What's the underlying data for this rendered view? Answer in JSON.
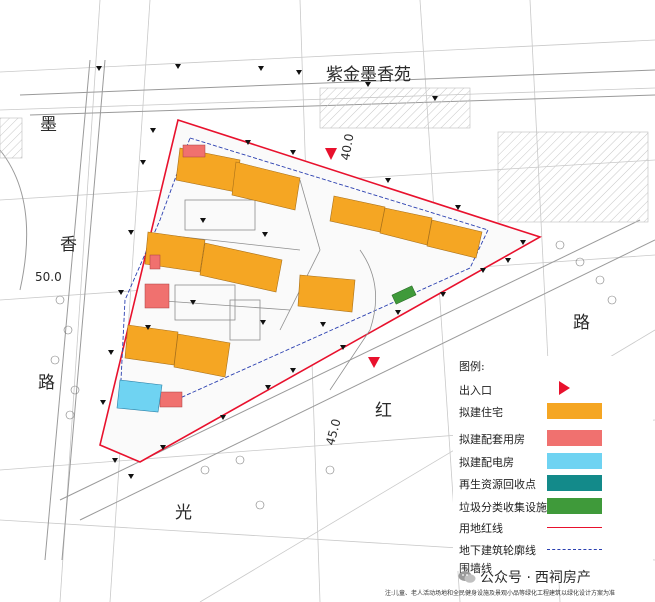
{
  "roads": {
    "north": "紫金墨香苑",
    "west_chars": [
      "墨",
      "香",
      "路"
    ],
    "west_width": "50.0",
    "east_chars": [
      "路"
    ],
    "south_chars": [
      "红",
      "光"
    ],
    "south_width": "45.0",
    "north_width": "40.0"
  },
  "legend": {
    "title": "图例:",
    "items": [
      {
        "label": "出入口",
        "kind": "triangle",
        "color": "#e8112d"
      },
      {
        "label": "拟建住宅",
        "kind": "swatch",
        "color": "#f5a623"
      },
      {
        "label": "拟建配套用房",
        "kind": "swatch",
        "color": "#f0716f"
      },
      {
        "label": "拟建配电房",
        "kind": "swatch",
        "color": "#6fd3f2"
      },
      {
        "label": "再生资源回收点",
        "kind": "swatch",
        "color": "#138a8a"
      },
      {
        "label": "垃圾分类收集设施",
        "kind": "swatch",
        "color": "#3f9a3a"
      },
      {
        "label": "用地红线",
        "kind": "line",
        "color": "#e8112d"
      },
      {
        "label": "地下建筑轮廓线",
        "kind": "dashed",
        "color": "#2a3fb0"
      },
      {
        "label": "围墙线",
        "kind": "none",
        "color": ""
      }
    ]
  },
  "note": "注:儿童、老人活动场地和全民健身设施及景观小品等绿化工程建筑以绿化设计方案为准",
  "watermark": {
    "prefix": "公众号 ·",
    "name": "西祠房产"
  },
  "colors": {
    "residential": "#f5a623",
    "support": "#f0716f",
    "power": "#6fd3f2",
    "recycle": "#138a8a",
    "garbage": "#3f9a3a",
    "redline": "#e8112d",
    "basement": "#2a3fb0"
  }
}
